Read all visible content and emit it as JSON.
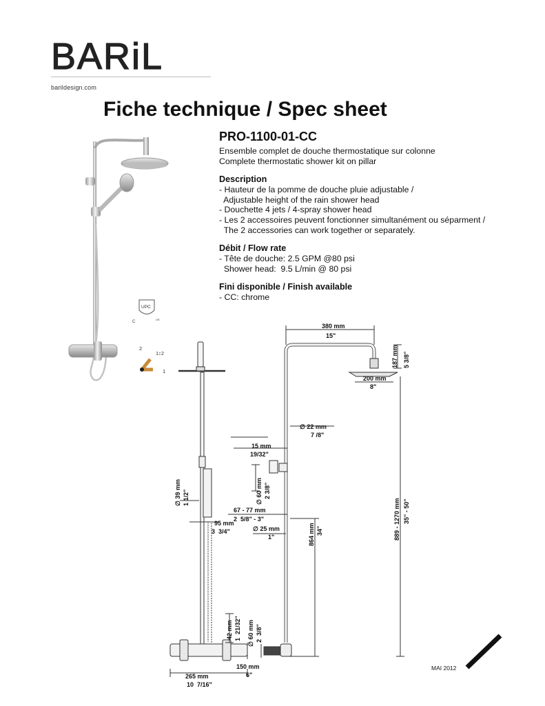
{
  "brand": {
    "name": "BARiL",
    "website": "barildesign.com"
  },
  "title": "Fiche technique / Spec sheet",
  "product": {
    "model": "PRO-1100-01-CC",
    "desc_fr": "Ensemble  complet de douche thermostatique sur colonne",
    "desc_en": "Complete thermostatic shower kit on pillar"
  },
  "description": {
    "heading": "Description",
    "lines": [
      "- Hauteur de la pomme de douche pluie adjustable /",
      "  Adjustable height of the rain shower head",
      "- Douchette 4 jets / 4-spray shower head",
      "- Les 2 accessoires peuvent fonctionner simultanément ou séparment /",
      "  The 2 accessories can work together or separately."
    ]
  },
  "flow": {
    "heading": "Débit / Flow rate",
    "lines": [
      "- Tête de douche: 2.5 GPM @80 psi",
      "  Shower head:  9.5 L/min @ 80 psi"
    ]
  },
  "finish": {
    "heading": "Fini disponible / Finish available",
    "lines": [
      "- CC: chrome"
    ]
  },
  "cert": {
    "mark": "UPC",
    "c": "C",
    "us": "US"
  },
  "handle_positions": {
    "p2": "2",
    "p12": "1↕2",
    "p1": "1"
  },
  "dimensions": {
    "top_width_mm": "380 mm",
    "top_width_in": "15\"",
    "head_drop_mm": "187 mm",
    "head_drop_in": "5 3/8\"",
    "head_dia_mm": "200 mm",
    "head_dia_in": "8\"",
    "pipe_mm": "∅ 22 mm",
    "pipe_in": "7 /8\"",
    "holder_mm": "15 mm",
    "holder_in": "19/32\"",
    "handle_dia_mm": "∅ 39 mm",
    "handle_dia_in": "1 1/2\"",
    "bracket_mm": "∅ 60 mm",
    "bracket_in": "2 3/8\"",
    "offset_mm": "67 - 77 mm",
    "offset_in": "2  5/8\" - 3\"",
    "spray_mm": "95 mm",
    "spray_in": "3  3/4\"",
    "bottom_pipe_mm": "∅ 25 mm",
    "bottom_pipe_in": "1\"",
    "height_low_mm": "864 mm",
    "height_low_in": "34\"",
    "height_range_mm": "889 - 1270 mm",
    "height_range_in": "35\" - 50\"",
    "valve_h_mm": "42 mm",
    "valve_h_in": "1  21/32\"",
    "valve_dia_mm": "∅ 60 mm",
    "valve_dia_in": "2  3/8\"",
    "valve_depth_mm": "150 mm",
    "valve_depth_in": "6\"",
    "valve_width_mm": "265 mm",
    "valve_width_in": "10  7/16\""
  },
  "date": "MAI 2012"
}
